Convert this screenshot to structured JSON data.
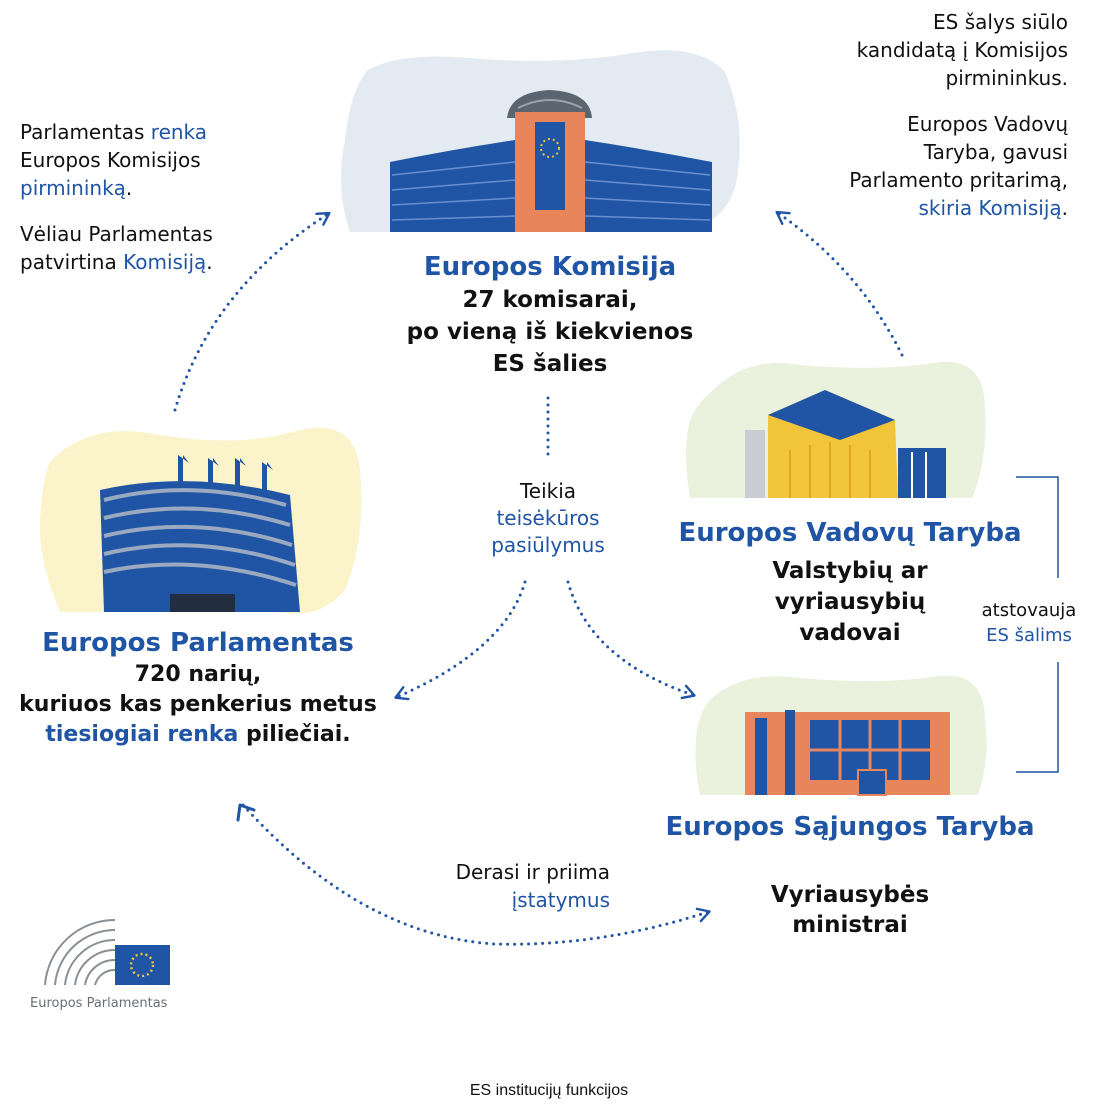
{
  "commission": {
    "title": "Europos Komisija",
    "l1": "27 komisarai,",
    "l2": "po vieną iš kiekvienos",
    "l3": "ES šalies"
  },
  "parliament": {
    "title": "Europos Parlamentas",
    "l1": "720 narių,",
    "l2": "kuriuos kas penkerius metus",
    "l3_blue": "tiesiogiai renka",
    "l3_rest": " piliečiai."
  },
  "european_council": {
    "title": "Europos Vadovų Taryba",
    "l1": "Valstybių ar",
    "l2": "vyriausybių",
    "l3": "vadovai"
  },
  "council_eu": {
    "title": "Europos Sąjungos Taryba",
    "l1": "Vyriausybės",
    "l2": "ministrai"
  },
  "topleft": {
    "a1": "Parlamentas ",
    "a1_blue": "renka",
    "a2": "Europos Komisijos",
    "a3_blue": "pirmininką",
    "a3_rest": ".",
    "b1": "Vėliau Parlamentas",
    "b2": "patvirtina ",
    "b2_blue": "Komisiją",
    "b2_rest": "."
  },
  "topright": {
    "a1": "ES šalys siūlo",
    "a2": "kandidatą į Komisijos",
    "a3": "pirmininkus.",
    "b1": "Europos Vadovų",
    "b2": "Taryba, gavusi",
    "b3": "Parlamento pritarimą,",
    "b4_blue": "skiria Komisiją",
    "b4_rest": "."
  },
  "center": {
    "l1": "Teikia",
    "l2_blue": "teisėkūros",
    "l3_blue": "pasiūlymus"
  },
  "bottom": {
    "l1": "Derasi ir priima",
    "l2_blue": "įstatymus"
  },
  "right_bracket": {
    "l1": "atstovauja",
    "l2_blue": "ES šalims"
  },
  "logo": {
    "label": "Europos Parlamentas"
  },
  "caption": "ES institucijų funkcijos",
  "colors": {
    "blue": "#1f55a4",
    "orange": "#e8855a",
    "yellow": "#f1c43a",
    "bg_blue": "#e4eaf1",
    "bg_green": "#eaf1dd",
    "bg_yellow": "#fbf3c9"
  }
}
